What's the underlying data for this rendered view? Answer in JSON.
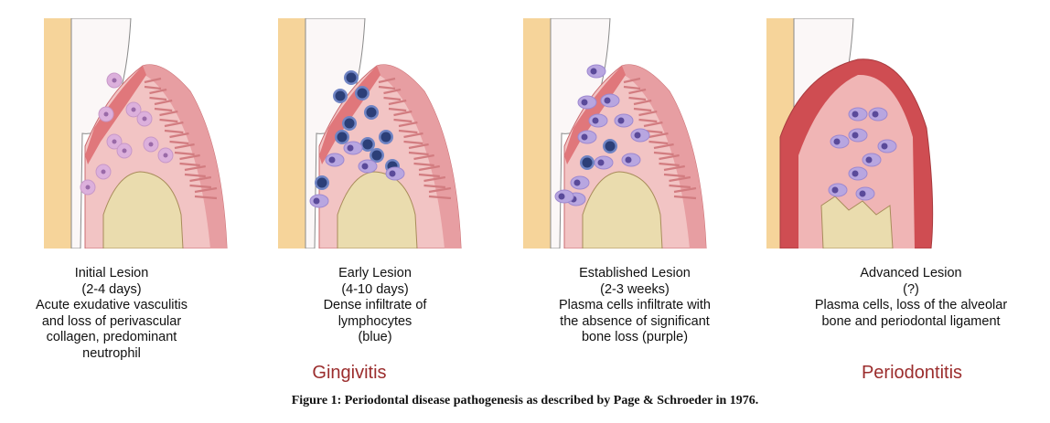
{
  "panels": [
    {
      "title": "Initial Lesion",
      "duration": "(2-4 days)",
      "description": [
        "Acute exudative vasculitis",
        "and loss of perivascular",
        "collagen, predominant",
        "neutrophil"
      ]
    },
    {
      "title": "Early Lesion",
      "duration": "(4-10 days)",
      "description": [
        "Dense infiltrate of",
        "lymphocytes",
        "(blue)"
      ]
    },
    {
      "title": "Established Lesion",
      "duration": "(2-3 weeks)",
      "description": [
        "Plasma cells infiltrate with",
        "the absence of significant",
        "bone loss (purple)"
      ]
    },
    {
      "title": "Advanced Lesion",
      "duration": "(?)",
      "description": [
        "Plasma cells,  loss of the alveolar",
        "bone and periodontal ligament"
      ]
    }
  ],
  "stages": {
    "gingivitis": "Gingivitis",
    "periodontitis": "Periodontitis"
  },
  "caption": "Figure 1: Periodontal disease pathogenesis as described by Page & Schroeder in 1976.",
  "colors": {
    "stage": "#9b2d2d",
    "tooth": "#f6d49a",
    "gingiva": "#f2c4c4",
    "epithelium": "#e0777b",
    "bone": "#eadcae",
    "neutrophil": "#dcb0dc",
    "lymphocyte": "#2c3f78",
    "plasma": "#b8a6e0"
  }
}
